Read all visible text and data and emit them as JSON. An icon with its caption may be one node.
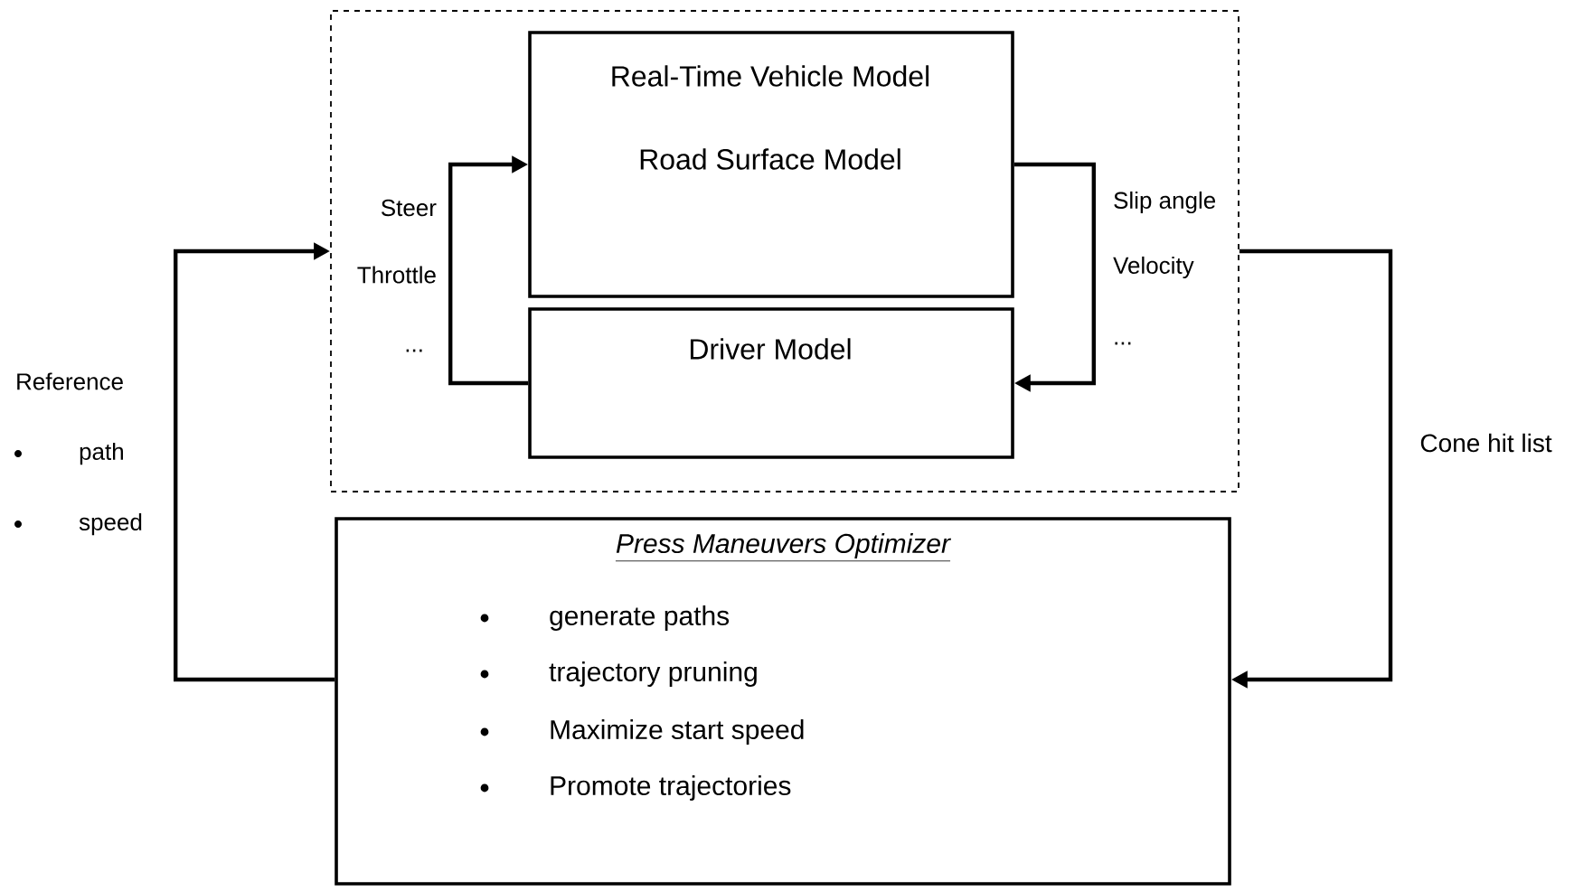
{
  "diagram": {
    "nodes": [
      {
        "text": [],
        "shape": "box"
      },
      {
        "text": [
          "Real-Time Vehicle Model",
          "Road Surface Model"
        ],
        "in": 0
      },
      {
        "text": [
          "Driver Model"
        ],
        "in": 0
      },
      {
        "text": [
          "Press Maneuvers Optimizer",
          "generate paths",
          "trajectory pruning",
          "Maximize start speed",
          "Promote trajectories"
        ]
      }
    ],
    "edges": [
      {
        "from": 2,
        "to": 1,
        "arrow": "to"
      },
      {
        "from": 1,
        "to": 2,
        "arrow": "to"
      },
      {
        "from": 3,
        "to": 0,
        "arrow": "to"
      },
      {
        "from": 0,
        "to": 3,
        "arrow": "to",
        "label": "Cone hit list"
      }
    ],
    "labels": [
      "Steer",
      "Throttle",
      "...",
      "Slip angle",
      "Velocity",
      "...",
      "Reference",
      "path",
      "speed"
    ]
  }
}
